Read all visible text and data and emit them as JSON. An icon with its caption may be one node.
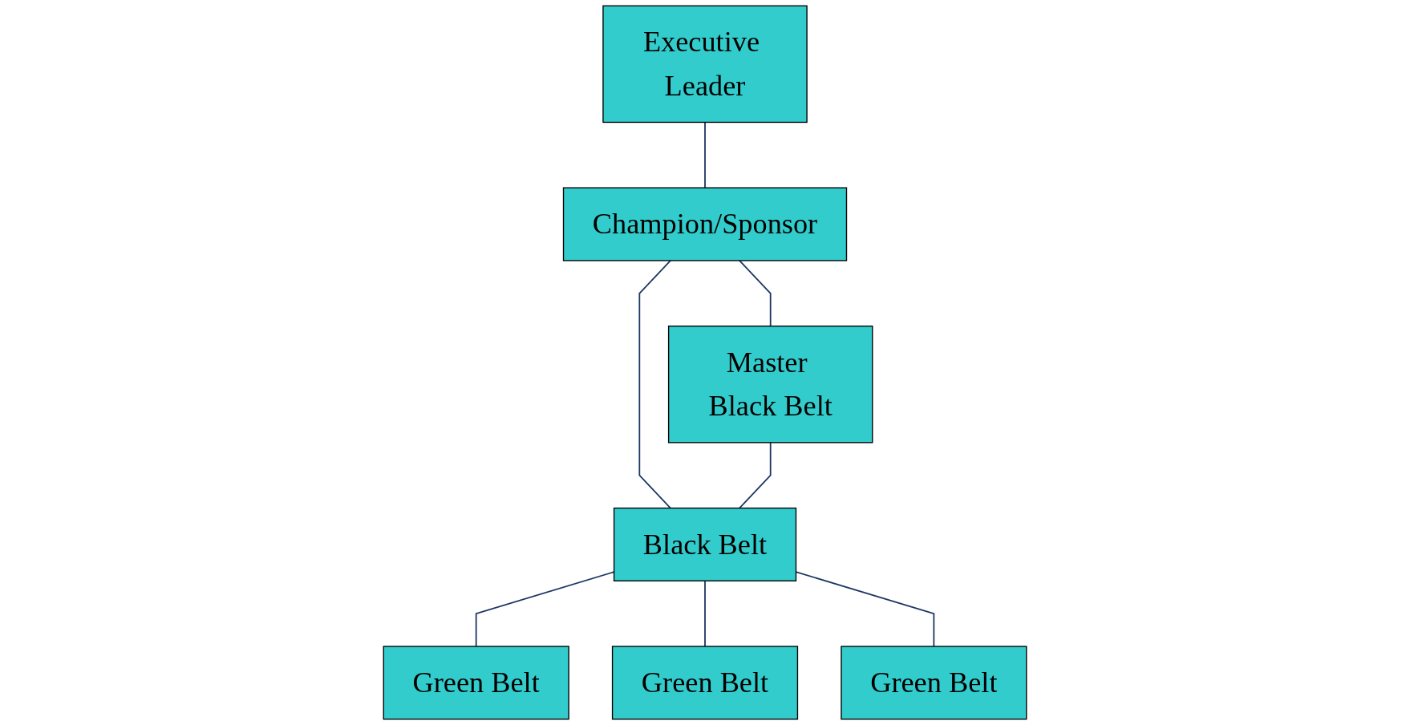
{
  "diagram": {
    "nodes": [
      {
        "text": [
          "Executive Leader"
        ]
      },
      {
        "text": [
          "Champion/Sponsor"
        ]
      },
      {
        "text": [
          "Master Black Belt"
        ]
      },
      {
        "text": [
          "Black Belt"
        ]
      },
      {
        "text": [
          "Green Belt"
        ]
      },
      {
        "text": [
          "Green Belt"
        ]
      },
      {
        "text": [
          "Green Belt"
        ]
      }
    ],
    "edges": [
      {
        "from": 0,
        "to": 1,
        "arrow": "none"
      },
      {
        "from": 1,
        "to": 3,
        "arrow": "none"
      },
      {
        "from": 1,
        "to": 2,
        "arrow": "none"
      },
      {
        "from": 2,
        "to": 3,
        "arrow": "none"
      },
      {
        "from": 3,
        "to": 4,
        "arrow": "none"
      },
      {
        "from": 3,
        "to": 5,
        "arrow": "none"
      },
      {
        "from": 3,
        "to": 6,
        "arrow": "none"
      }
    ]
  }
}
